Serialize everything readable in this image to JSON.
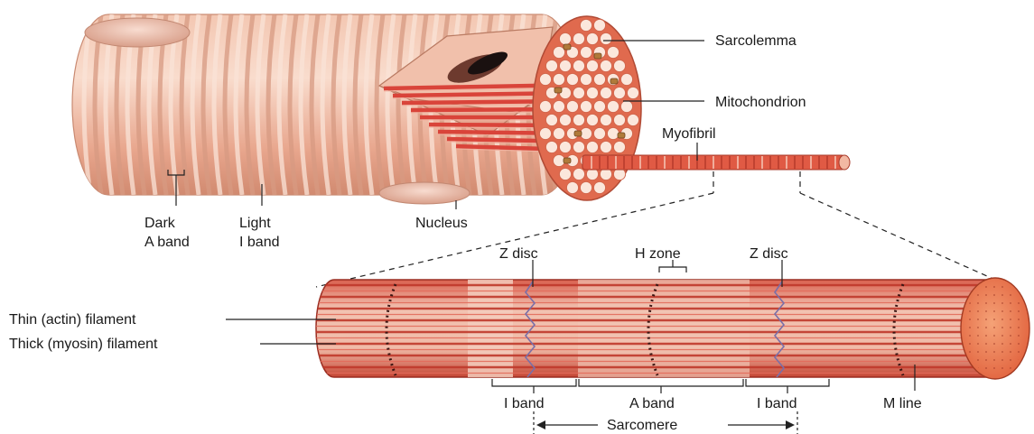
{
  "labels": {
    "sarcolemma": "Sarcolemma",
    "mitochondrion": "Mitochondrion",
    "myofibril": "Myofibril",
    "dark_line1": "Dark",
    "dark_line2": "A band",
    "light_line1": "Light",
    "light_line2": "I band",
    "nucleus": "Nucleus",
    "z_disc_left": "Z disc",
    "h_zone": "H zone",
    "z_disc_right": "Z disc",
    "thin_filament": "Thin (actin) filament",
    "thick_filament": "Thick (myosin) filament",
    "i_band_left": "I band",
    "a_band": "A band",
    "i_band_right": "I band",
    "m_line": "M line",
    "sarcomere": "Sarcomere"
  },
  "colors": {
    "fiber_light": "#f6d2c2",
    "fiber_mid": "#e8a48c",
    "fiber_dark": "#c9785e",
    "muscle_red": "#d8453a",
    "muscle_dark": "#a92a24",
    "cell_pale": "#fbe7dc",
    "leader": "#222222"
  }
}
